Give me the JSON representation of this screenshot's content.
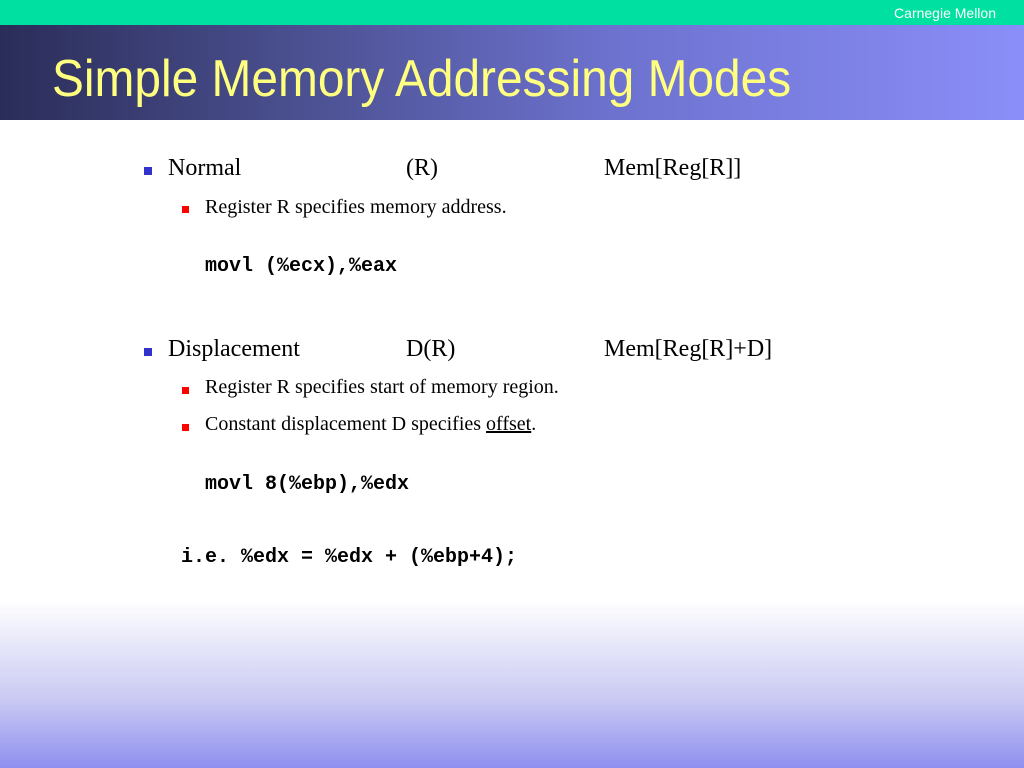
{
  "header": {
    "org": "Carnegie Mellon",
    "title": "Simple Memory Addressing Modes"
  },
  "modes": [
    {
      "name": "Normal",
      "syntax": "(R)",
      "semantics": "Mem[Reg[R]]",
      "notes": [
        "Register R specifies memory address."
      ],
      "example": "movl (%ecx),%eax"
    },
    {
      "name": "Displacement",
      "syntax": "D(R)",
      "semantics": "Mem[Reg[R]+D]",
      "notes": [
        "Register R specifies start of memory region.",
        "Constant displacement D specifies "
      ],
      "note_link": "offset",
      "note_end": ".",
      "example": "movl 8(%ebp),%edx"
    }
  ],
  "explanation": "i.e. %edx = %edx + (%ebp+4);",
  "colors": {
    "top_bar": "#00e0a0",
    "title_text": "#ffff80",
    "bullet_l1": "#3333cc",
    "bullet_l2": "#ff0000"
  }
}
